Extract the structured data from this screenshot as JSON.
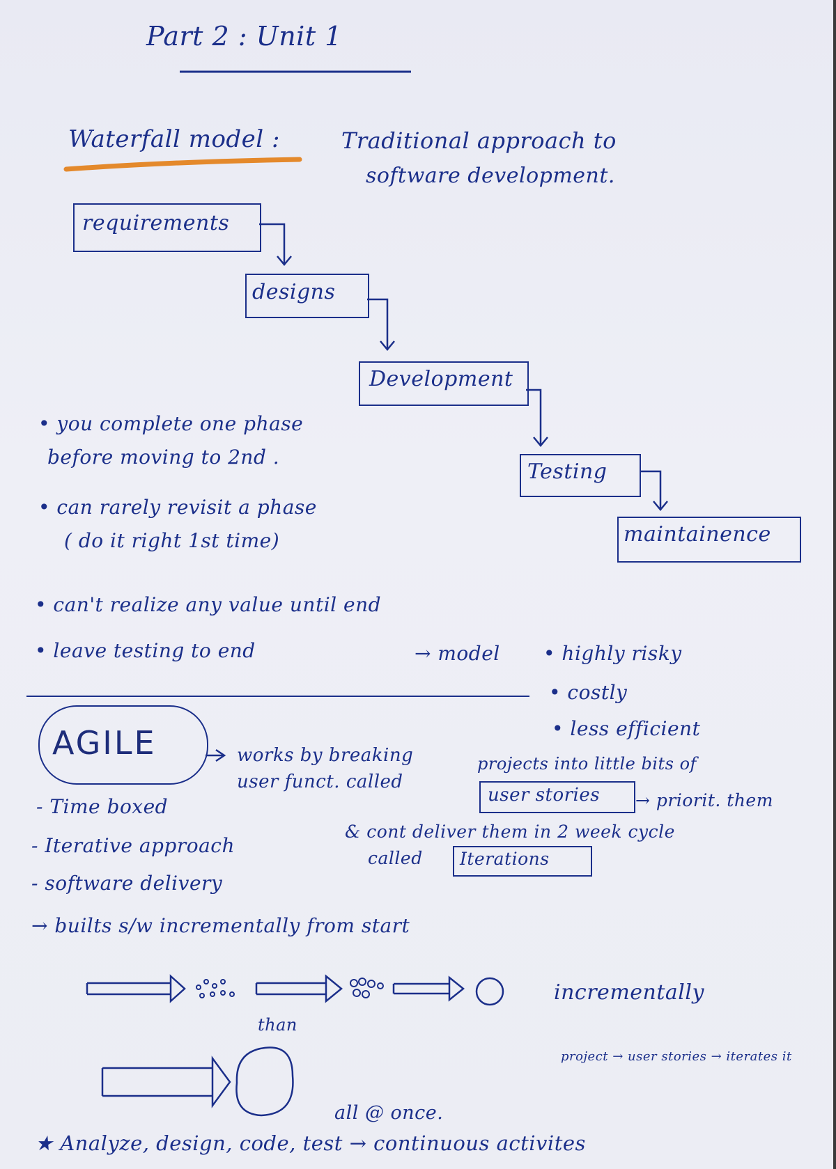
{
  "title": "Part 2 : Unit 1",
  "waterfall": {
    "heading": "Waterfall model :",
    "definition_line1": "Traditional approach to",
    "definition_line2": "software development.",
    "phases": [
      "requirements",
      "designs",
      "Development",
      "Testing",
      "maintainence"
    ]
  },
  "waterfall_notes": [
    {
      "line1": "• you complete one phase",
      "line2": "before moving to 2nd ."
    },
    {
      "line1": "• can rarely revisit a phase",
      "line2": "( do it right 1st time)"
    },
    {
      "line1": "• can't realize any value until end",
      "line2": ""
    },
    {
      "line1": "• leave testing to end",
      "line2": ""
    }
  ],
  "model_arrow": "→ model",
  "risks": [
    "• highly risky",
    "• costly",
    "• less efficient"
  ],
  "agile": {
    "label": "AGILE",
    "works_line1": "works by breaking",
    "works_line2": "user funct. called",
    "projects_text": "projects into little bits of",
    "user_stories": "user stories",
    "prioritize": "→ priorit. them",
    "deliver": "& cont deliver them in 2 week cycle",
    "called": "called",
    "iterations": "Iterations",
    "traits": [
      "- Time boxed",
      "- Iterative approach",
      "- software delivery"
    ],
    "builds": "→ builts s/w incrementally from start"
  },
  "diagram": {
    "incrementally": "incrementally",
    "than": "than",
    "flow": "project → user stories → iterates it",
    "all_at_once": "all @ once."
  },
  "footer": "★ Analyze, design, code, test → continuous activites"
}
